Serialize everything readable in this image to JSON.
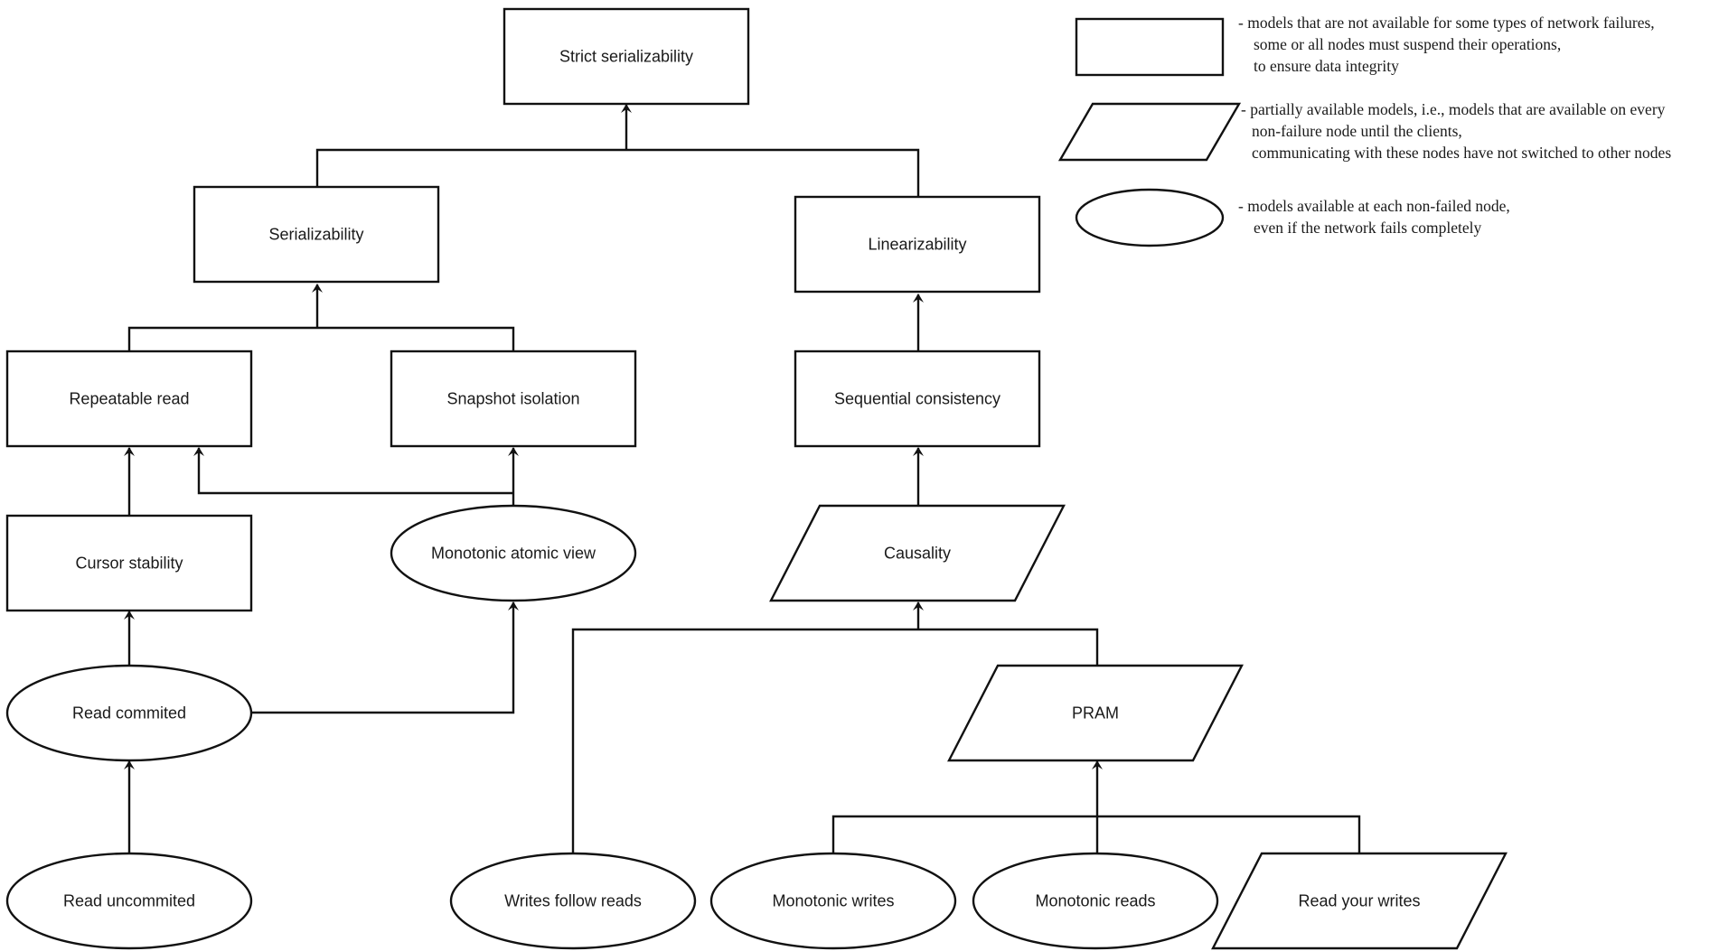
{
  "nodes": {
    "strict_serializability": {
      "label": "Strict serializability",
      "shape": "rectangle"
    },
    "serializability": {
      "label": "Serializability",
      "shape": "rectangle"
    },
    "linearizability": {
      "label": "Linearizability",
      "shape": "rectangle"
    },
    "repeatable_read": {
      "label": "Repeatable read",
      "shape": "rectangle"
    },
    "snapshot_isolation": {
      "label": "Snapshot isolation",
      "shape": "rectangle"
    },
    "sequential_consistency": {
      "label": "Sequential consistency",
      "shape": "rectangle"
    },
    "cursor_stability": {
      "label": "Cursor stability",
      "shape": "rectangle"
    },
    "monotonic_atomic_view": {
      "label": "Monotonic atomic view",
      "shape": "ellipse"
    },
    "causality": {
      "label": "Causality",
      "shape": "parallelogram"
    },
    "read_committed": {
      "label": "Read commited",
      "shape": "ellipse"
    },
    "pram": {
      "label": "PRAM",
      "shape": "parallelogram"
    },
    "read_uncommitted": {
      "label": "Read uncommited",
      "shape": "ellipse"
    },
    "writes_follow_reads": {
      "label": "Writes follow reads",
      "shape": "ellipse"
    },
    "monotonic_writes": {
      "label": "Monotonic writes",
      "shape": "ellipse"
    },
    "monotonic_reads": {
      "label": "Monotonic reads",
      "shape": "ellipse"
    },
    "read_your_writes": {
      "label": "Read your writes",
      "shape": "parallelogram"
    }
  },
  "edges": [
    {
      "from": "serializability",
      "to": "strict_serializability"
    },
    {
      "from": "linearizability",
      "to": "strict_serializability"
    },
    {
      "from": "repeatable_read",
      "to": "serializability"
    },
    {
      "from": "snapshot_isolation",
      "to": "serializability"
    },
    {
      "from": "sequential_consistency",
      "to": "linearizability"
    },
    {
      "from": "cursor_stability",
      "to": "repeatable_read"
    },
    {
      "from": "monotonic_atomic_view",
      "to": "repeatable_read"
    },
    {
      "from": "monotonic_atomic_view",
      "to": "snapshot_isolation"
    },
    {
      "from": "causality",
      "to": "sequential_consistency"
    },
    {
      "from": "read_committed",
      "to": "cursor_stability"
    },
    {
      "from": "read_committed",
      "to": "monotonic_atomic_view"
    },
    {
      "from": "read_uncommitted",
      "to": "read_committed"
    },
    {
      "from": "writes_follow_reads",
      "to": "causality"
    },
    {
      "from": "pram",
      "to": "causality"
    },
    {
      "from": "monotonic_writes",
      "to": "pram"
    },
    {
      "from": "monotonic_reads",
      "to": "pram"
    },
    {
      "from": "read_your_writes",
      "to": "pram"
    }
  ],
  "legend": [
    {
      "shape": "rectangle",
      "lines": [
        "-  models that are not available for some types of network failures,",
        "some or all nodes must suspend their operations,",
        "to ensure data integrity"
      ]
    },
    {
      "shape": "parallelogram",
      "lines": [
        "- partially available models, i.e., models that are available on every",
        "non-failure node until the clients,",
        "communicating with these nodes have not switched to other nodes"
      ]
    },
    {
      "shape": "ellipse",
      "lines": [
        "-  models available at each non-failed node,",
        "even if the network fails completely"
      ]
    }
  ],
  "colors": {
    "stroke": "#111111",
    "fill": "#ffffff",
    "text": "#1a1a1a"
  }
}
